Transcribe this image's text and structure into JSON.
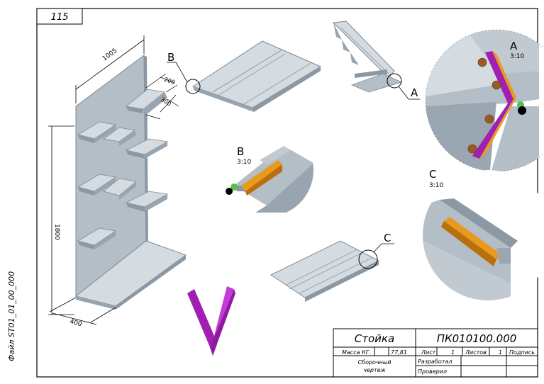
{
  "sheet_number": "115",
  "file_label": "Файл ST01_01_00_000",
  "dimensions": {
    "width": "1005",
    "height": "1800",
    "depth": "400",
    "shelf_width": "200",
    "shelf_depth": "300"
  },
  "callouts": {
    "a_label": "A",
    "b_label": "B",
    "c_label": "C"
  },
  "details": {
    "a_title": "A",
    "a_scale": "3:10",
    "b_title": "B",
    "b_scale": "3:10",
    "c_title": "C",
    "c_scale": "3:10"
  },
  "title_block": {
    "name": "Стойка",
    "code": "ПК010100.000",
    "mass_label": "Масса  КГ.",
    "mass_value": "77,81",
    "sheet_label": "Лист",
    "sheet_value": "1",
    "sheets_label": "Листов",
    "sheets_value": "1",
    "signature_label": "Подпись",
    "drawing_type_line1": "Сборочный",
    "drawing_type_line2": "чертеж",
    "developed_label": "Разработал",
    "checked_label": "Проверил"
  },
  "colors": {
    "panel": "#b3bec7",
    "panel_dark": "#8c98a3",
    "panel_light": "#d4dce2",
    "magenta": "#a21fb4",
    "orange": "#e99a1c",
    "bolt": "#9a5a26",
    "line": "#000000"
  }
}
